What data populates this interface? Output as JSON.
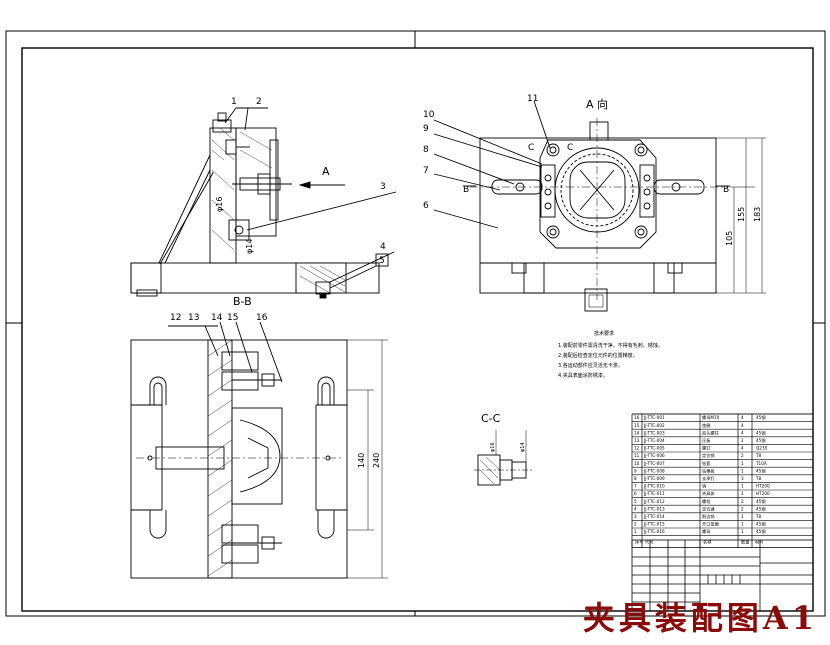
{
  "caption": "夹具装配图A1",
  "part_numbers": [
    "1",
    "2",
    "3",
    "4",
    "5",
    "6",
    "7",
    "8",
    "9",
    "10",
    "11",
    "12",
    "13",
    "14",
    "15",
    "16"
  ],
  "section_labels": {
    "bb": "B-B",
    "cc": "C-C",
    "view_a": "A 向",
    "arrow_a": "A",
    "c_mark": "C",
    "b_mark": "B"
  },
  "dimensions": {
    "d183": "183",
    "d155": "155",
    "d105": "105",
    "d140": "140",
    "d240": "240",
    "phi_top": "φ16",
    "phi_mid": "φ14",
    "phi_cc_1": "φ16",
    "phi_cc_2": "φ14"
  },
  "notes": {
    "title": "技术要求",
    "lines": [
      "1.装配前零件需清洗干净，不得有毛刺、锈蚀。",
      "2.装配后检查定位元件的位置精度。",
      "3.各运动部件应灵活无卡滞。",
      "4.夹具表面涂防锈漆。"
    ]
  },
  "bom_rows": [
    {
      "no": "16",
      "code": "JJ-TTC-001",
      "name": "螺母M10",
      "qty": "4",
      "mat": "45钢"
    },
    {
      "no": "15",
      "code": "JJ-TTC-002",
      "name": "垫圈",
      "qty": "4",
      "mat": ""
    },
    {
      "no": "14",
      "code": "JJ-TTC-003",
      "name": "双头螺柱",
      "qty": "4",
      "mat": "45钢"
    },
    {
      "no": "13",
      "code": "JJ-TTC-004",
      "name": "压板",
      "qty": "2",
      "mat": "45钢"
    },
    {
      "no": "12",
      "code": "JJ-TTC-005",
      "name": "螺钉",
      "qty": "4",
      "mat": "Q235"
    },
    {
      "no": "11",
      "code": "JJ-TTC-006",
      "name": "定位销",
      "qty": "2",
      "mat": "T8"
    },
    {
      "no": "10",
      "code": "JJ-TTC-007",
      "name": "钻套",
      "qty": "1",
      "mat": "T10A"
    },
    {
      "no": "9",
      "code": "JJ-TTC-008",
      "name": "钻模板",
      "qty": "1",
      "mat": "45钢"
    },
    {
      "no": "8",
      "code": "JJ-TTC-009",
      "name": "支承钉",
      "qty": "3",
      "mat": "T8"
    },
    {
      "no": "7",
      "code": "JJ-TTC-010",
      "name": "销",
      "qty": "1",
      "mat": "HT200"
    },
    {
      "no": "6",
      "code": "JJ-TTC-011",
      "name": "夹具体",
      "qty": "1",
      "mat": "HT200"
    },
    {
      "no": "5",
      "code": "JJ-TTC-012",
      "name": "螺栓",
      "qty": "2",
      "mat": "45钢"
    },
    {
      "no": "4",
      "code": "JJ-TTC-013",
      "name": "定位键",
      "qty": "2",
      "mat": "45钢"
    },
    {
      "no": "3",
      "code": "JJ-TTC-014",
      "name": "削边销",
      "qty": "1",
      "mat": "T8"
    },
    {
      "no": "2",
      "code": "JJ-TTC-015",
      "name": "开口垫圈",
      "qty": "1",
      "mat": "45钢"
    },
    {
      "no": "1",
      "code": "JJ-TTC-016",
      "name": "螺母",
      "qty": "1",
      "mat": "45钢"
    }
  ],
  "bom_header": [
    "序号",
    "代号",
    "名称",
    "数量",
    "材料"
  ]
}
